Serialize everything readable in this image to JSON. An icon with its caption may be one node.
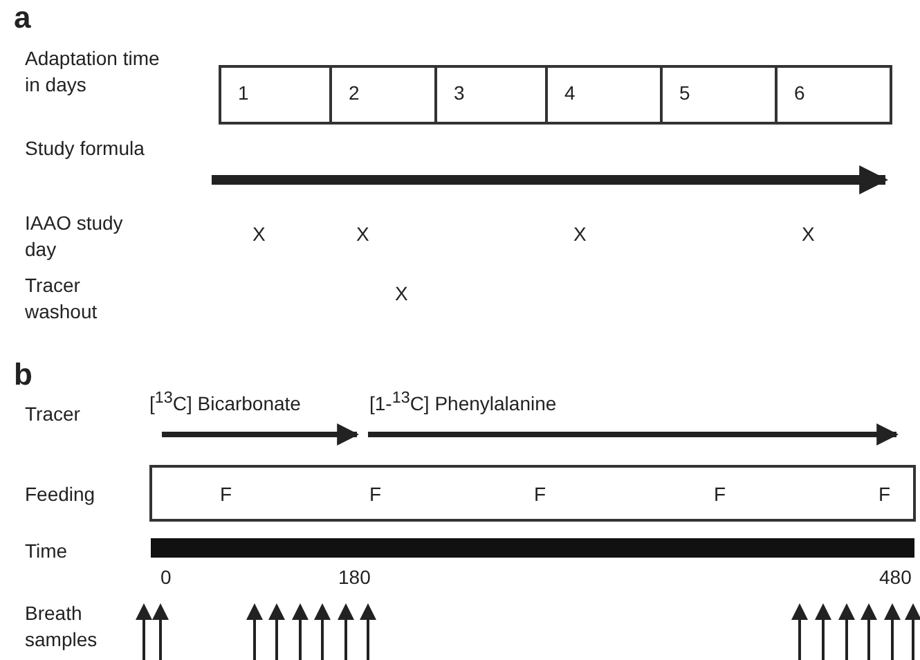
{
  "diagram": {
    "nodes": [
      {
        "text": [
          "1"
        ]
      },
      {
        "text": [
          "2"
        ]
      },
      {
        "text": [
          "3"
        ]
      },
      {
        "text": [
          "4"
        ]
      },
      {
        "text": [
          "5"
        ]
      },
      {
        "text": [
          "6"
        ]
      },
      {
        "text": [
          "F",
          "F",
          "F",
          "F",
          "F"
        ]
      },
      {
        "text": [],
        "shape": "bar"
      }
    ],
    "edges": [],
    "labels": [
      "a",
      "Adaptation time in days",
      "Study formula",
      "IAAO study day",
      "X",
      "X",
      "X",
      "X",
      "Tracer washout",
      "X",
      "b",
      "Tracer",
      "[$^{13}$C] Bicarbonate",
      "[1-$^{13}$C] Phenylalanine",
      "Feeding",
      "Time",
      "0",
      "180",
      "480",
      "Breath samples"
    ]
  }
}
